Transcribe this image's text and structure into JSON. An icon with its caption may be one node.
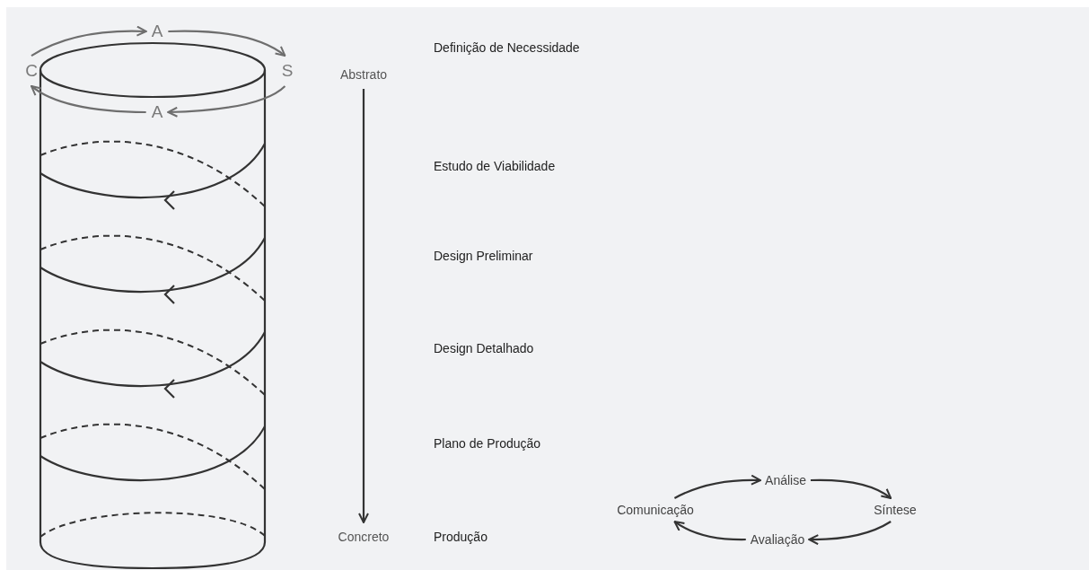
{
  "diagram": {
    "nodes": [
      {
        "text": [
          "A"
        ]
      },
      {
        "text": [
          "C"
        ]
      },
      {
        "text": [
          "S"
        ]
      },
      {
        "text": [
          "A"
        ]
      },
      {
        "text": [
          "Abstrato"
        ]
      },
      {
        "text": [
          "Concreto"
        ]
      },
      {
        "text": [
          "Análise"
        ]
      },
      {
        "text": [
          "Comunicação"
        ]
      },
      {
        "text": [
          "Síntese"
        ]
      },
      {
        "text": [
          "Avaliação"
        ]
      }
    ],
    "edges": [
      {
        "from": 1,
        "to": 0,
        "arrow": "to",
        "color": "#6e6e6e"
      },
      {
        "from": 0,
        "to": 2,
        "arrow": "to",
        "color": "#6e6e6e"
      },
      {
        "from": 2,
        "to": 3,
        "arrow": "to",
        "color": "#6e6e6e"
      },
      {
        "from": 3,
        "to": 1,
        "arrow": "to",
        "color": "#6e6e6e"
      },
      {
        "from": 4,
        "to": 5,
        "arrow": "to"
      },
      {
        "from": 7,
        "to": 6,
        "arrow": "to"
      },
      {
        "from": 6,
        "to": 8,
        "arrow": "to"
      },
      {
        "from": 8,
        "to": 9,
        "arrow": "to"
      },
      {
        "from": 9,
        "to": 7,
        "arrow": "to"
      }
    ],
    "labels": [
      "Definição de Necessidade",
      "Estudo de Viabilidade",
      "Design Preliminar",
      "Design Detalhado",
      "Plano de Produção",
      "Produção"
    ]
  }
}
